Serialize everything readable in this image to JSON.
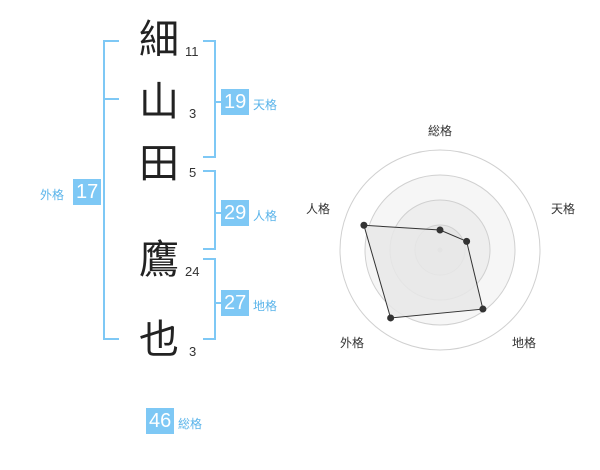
{
  "name_chars": [
    {
      "char": "細",
      "strokes": "11"
    },
    {
      "char": "山",
      "strokes": "3"
    },
    {
      "char": "田",
      "strokes": "5"
    },
    {
      "char": "鷹",
      "strokes": "24"
    },
    {
      "char": "也",
      "strokes": "3"
    }
  ],
  "kakusu": {
    "tenkaku": {
      "value": "19",
      "label": "天格"
    },
    "jinkaku": {
      "value": "29",
      "label": "人格"
    },
    "chikaku": {
      "value": "27",
      "label": "地格"
    },
    "gaikaku": {
      "value": "17",
      "label": "外格"
    },
    "soukaku": {
      "value": "46",
      "label": "総格"
    }
  },
  "colors": {
    "accent": "#7ec8f5",
    "accent_text": "#5ab4ea"
  },
  "chart_data": {
    "type": "radar",
    "axes": [
      "総格",
      "天格",
      "地格",
      "外格",
      "人格"
    ],
    "values": [
      0.2,
      0.28,
      0.73,
      0.84,
      0.8
    ],
    "range": [
      0,
      1
    ],
    "rings": 4
  }
}
